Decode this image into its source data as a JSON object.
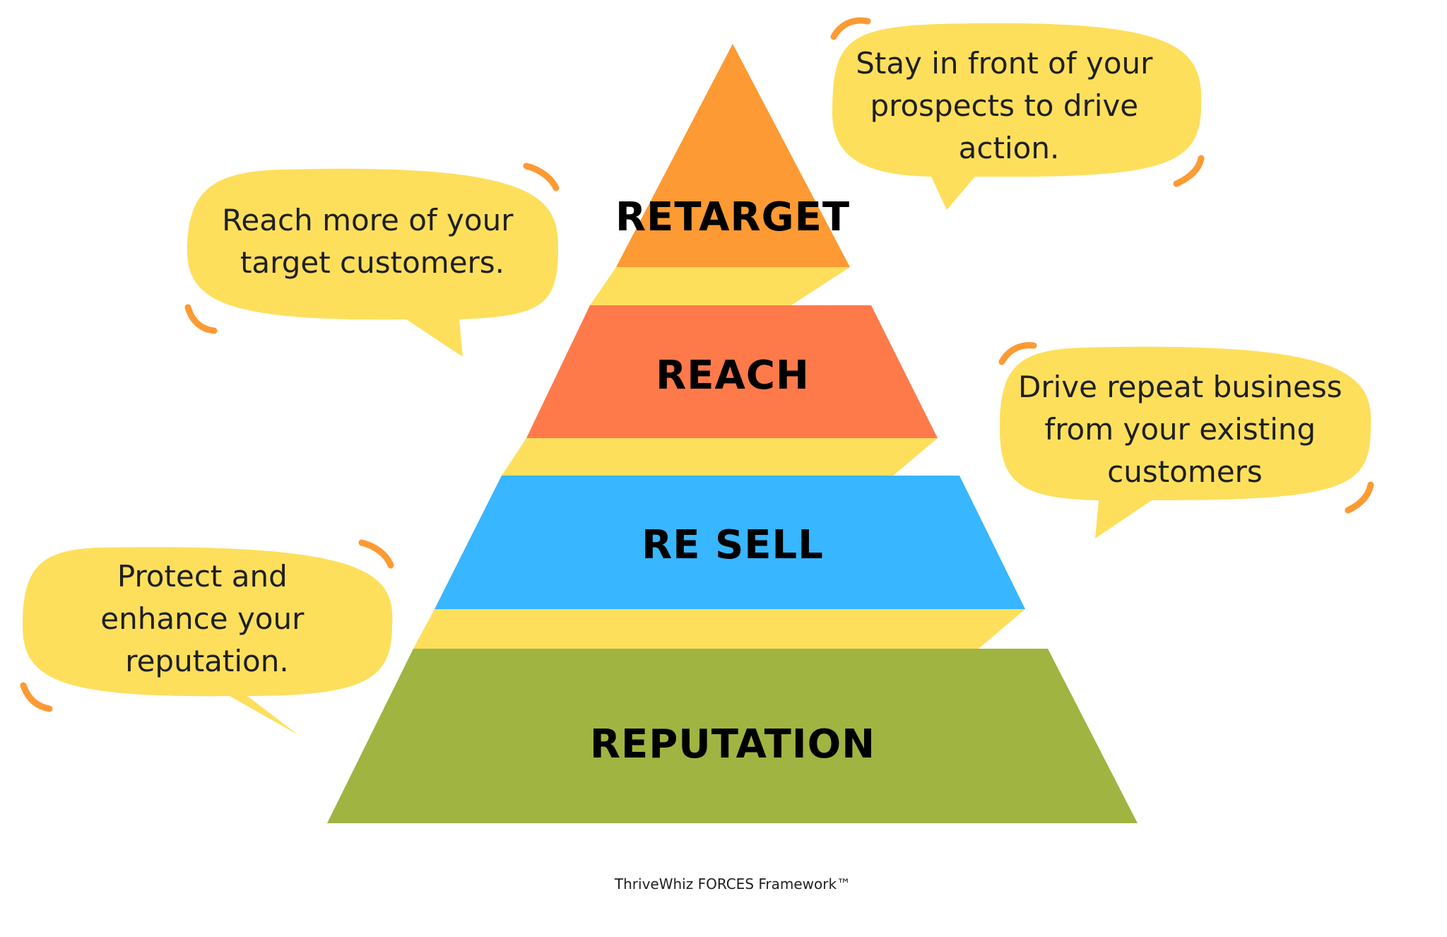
{
  "pyramid": {
    "tiers": [
      {
        "label": "RETARGET",
        "color": "#FD9A33"
      },
      {
        "label": "REACH",
        "color": "#FF7A4A"
      },
      {
        "label": "RE SELL",
        "color": "#38B6FF"
      },
      {
        "label": "REPUTATION",
        "color": "#A0B441"
      }
    ],
    "connector_color": "#FDDF5C"
  },
  "bubbles": {
    "color": "#FDDF5C",
    "accent_color": "#FD9A33",
    "retarget": {
      "lines": [
        "Stay in front of your",
        "prospects to drive",
        "action."
      ]
    },
    "reach": {
      "lines": [
        "Reach more of your",
        "target customers."
      ]
    },
    "resell": {
      "lines": [
        "Drive repeat business",
        "from your existing",
        "customers"
      ]
    },
    "reputation": {
      "lines": [
        "Protect and",
        "enhance your",
        "reputation."
      ]
    }
  },
  "footer": {
    "caption": "ThriveWhiz FORCES Framework™"
  }
}
